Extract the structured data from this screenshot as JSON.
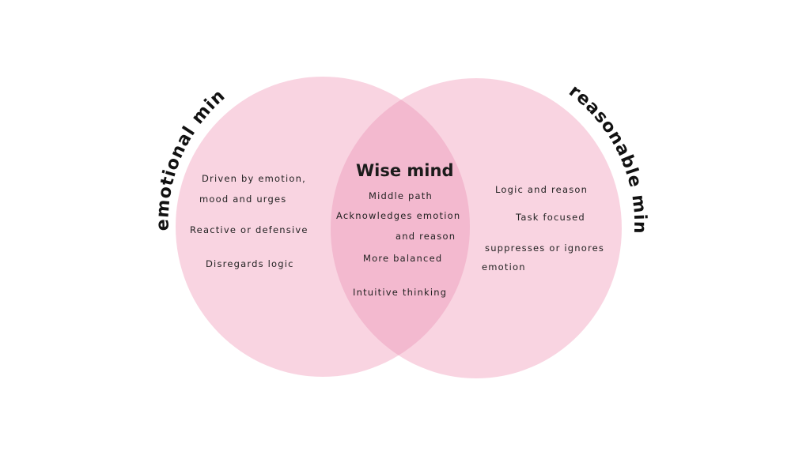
{
  "colors": {
    "circle_fill": "#f6c4d6",
    "overlap_fill": "#efadc6",
    "text": "#222222",
    "background": "#ffffff"
  },
  "left_set": {
    "label": "emotional mind",
    "items": [
      "Driven by emotion,",
      "mood and urges",
      "Reactive or defensive",
      "Disregards logic"
    ]
  },
  "right_set": {
    "label": "reasonable mind",
    "items": [
      "Logic and reason",
      "Task focused",
      "suppresses or ignores",
      "emotion"
    ]
  },
  "overlap": {
    "label": "Wise mind",
    "items": [
      "Middle path",
      "Acknowledges emotion",
      "and reason",
      "More balanced",
      "Intuitive thinking"
    ]
  }
}
